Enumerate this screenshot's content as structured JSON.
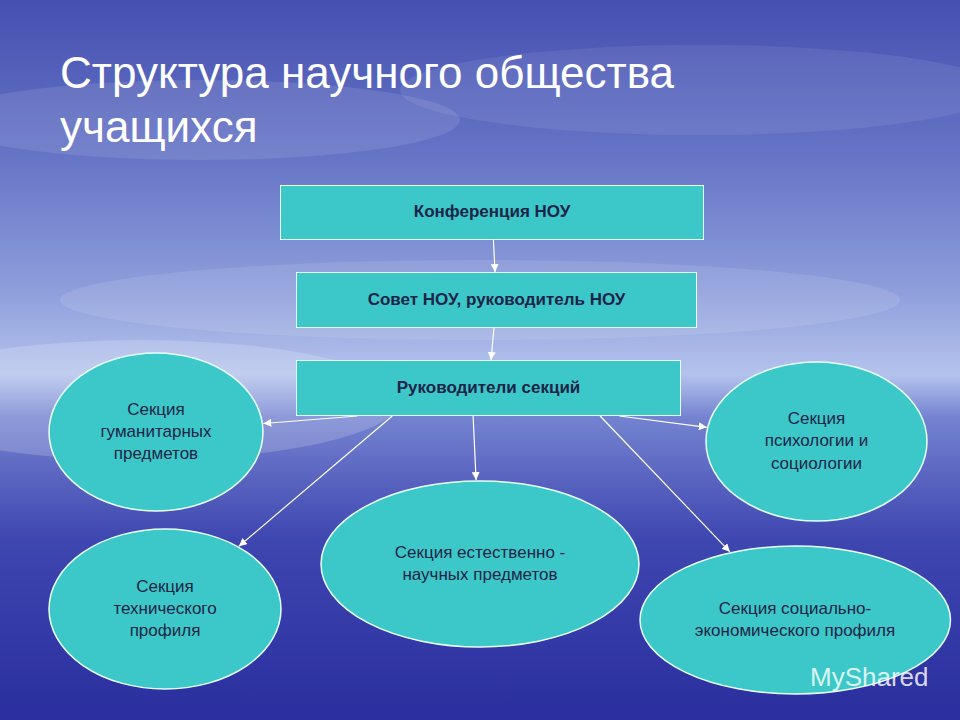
{
  "diagram": {
    "title": "Структура научного общества учащихся",
    "nodes": [
      {
        "text": [
          "Конференция НОУ"
        ]
      },
      {
        "text": [
          "Совет НОУ, руководитель НОУ"
        ]
      },
      {
        "text": [
          "Руководители секций"
        ]
      },
      {
        "text": [
          "Секция гуманитарных предметов"
        ]
      },
      {
        "text": [
          "Секция психологии и социологии"
        ]
      },
      {
        "text": [
          "Секция естественно - научных предметов"
        ]
      },
      {
        "text": [
          "Секция технического профиля"
        ]
      },
      {
        "text": [
          "Секция социально-экономического профиля"
        ]
      }
    ],
    "edges": [
      {
        "from": 0,
        "to": 1,
        "arrow": "to"
      },
      {
        "from": 1,
        "to": 2,
        "arrow": "to"
      },
      {
        "from": 2,
        "to": 3,
        "arrow": "to"
      },
      {
        "from": 2,
        "to": 4,
        "arrow": "to"
      },
      {
        "from": 2,
        "to": 5,
        "arrow": "to"
      },
      {
        "from": 2,
        "to": 6,
        "arrow": "to"
      },
      {
        "from": 2,
        "to": 7,
        "arrow": "to"
      }
    ],
    "labels": [
      "MyShared"
    ]
  }
}
